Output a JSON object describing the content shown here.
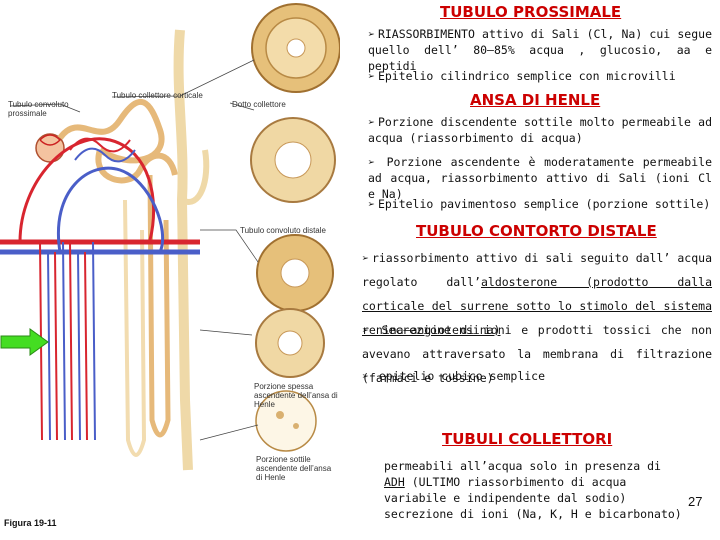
{
  "headings": {
    "proximal": "TUBULO PROSSIMALE",
    "henle": "ANSA DI HENLE",
    "distal": "TUBULO CONTORTO DISTALE",
    "collecting": "TUBULI COLLETTORI"
  },
  "bullet_symbol": "➢",
  "proximal": {
    "b1": "RIASSORBIMENTO attivo di Sali (Cl, Na) cui segue quello dell’ 80–85% acqua , glucosio, aa e peptidi",
    "b2": "Epitelio cilindrico semplice con microvilli"
  },
  "henle": {
    "b1": "Porzione discendente sottile molto permeabile ad acqua (riassorbimento di acqua)",
    "b2": " Porzione ascendente è moderatamente permeabile ad acqua, riassorbimento attivo di Sali (ioni Cl e Na)",
    "b3": "Epitelio pavimentoso semplice (porzione sottile)"
  },
  "distal": {
    "b1_pre": "riassorbimento attivo di sali seguito dall’ acqua regolato dall’",
    "b1_link": "aldosterone (prodotto dalla corticale del surrene sotto lo stimolo del sistema renina–angiotensina)",
    "b2": " Secrezione di ioni e prodotti tossici che non avevano attraversato la membrana di filtrazione (farmaci e tossine)",
    "b3": " epitelio cubico semplice"
  },
  "collecting": {
    "pre": "permeabili all’acqua solo in presenza di",
    "adh": "ADH",
    "post": "(ULTIMO riassorbimento di acqua variabile e indipendente dal sodio) secrezione di ioni (Na, K, H e bicarbonato)"
  },
  "figure_labels": {
    "proximal": "Tubulo convoluto prossimale",
    "cortical": "Tubulo collettore corticale",
    "duct": "Dotto collettore",
    "distal": "Tubulo convoluto distale",
    "thick": "Porzione spessa ascendente dell’ansa di Henle",
    "thin": "Porzione sottile ascendente dell’ansa di Henle",
    "caption": "Figura 19-11"
  },
  "page_number": "27",
  "colors": {
    "heading": "#cc0000",
    "arrow": "#44dd22",
    "arrow_edge": "#2a8a15"
  }
}
